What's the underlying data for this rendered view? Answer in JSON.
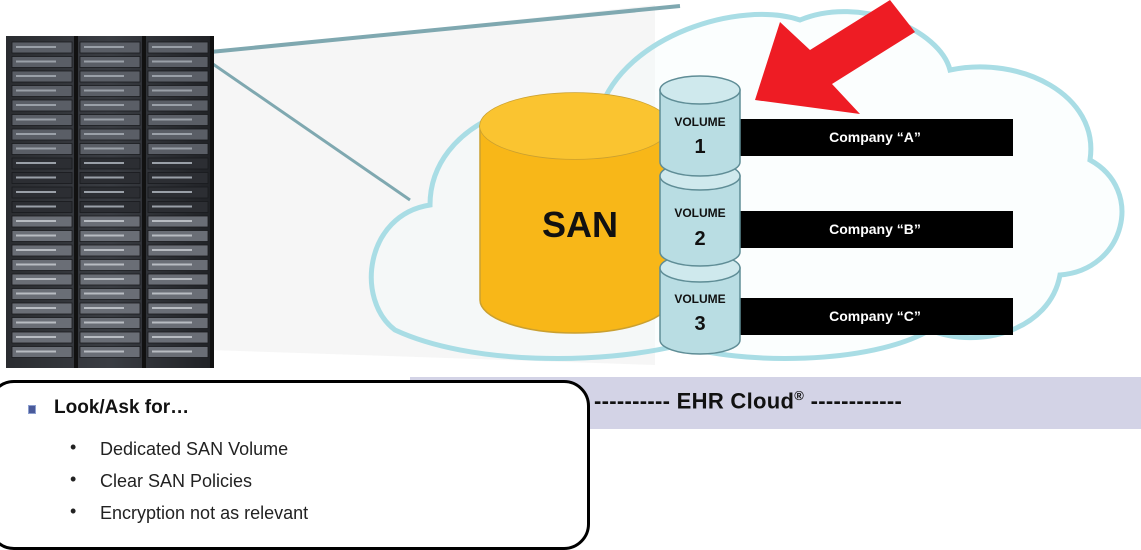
{
  "diagram": {
    "san_label": "SAN",
    "volumes": [
      {
        "label": "VOLUME",
        "number": "1"
      },
      {
        "label": "VOLUME",
        "number": "2"
      },
      {
        "label": "VOLUME",
        "number": "3"
      }
    ],
    "companies": [
      "Company “A”",
      "Company “B”",
      "Company “C”"
    ],
    "cloud_banner": "---------- EHR Cloud",
    "cloud_banner_mark": "®",
    "cloud_banner_tail": " ------------"
  },
  "callout": {
    "heading": "Look/Ask for…",
    "items": [
      "Dedicated SAN Volume",
      "Clear SAN Policies",
      "Encryption not as relevant"
    ]
  },
  "colors": {
    "san": "#f8b718",
    "volume": "#b9dde3",
    "arrow": "#ee1c24",
    "cloud_outline": "#a9dde5",
    "band": "#d3d3e6",
    "company_bar": "#000000"
  }
}
